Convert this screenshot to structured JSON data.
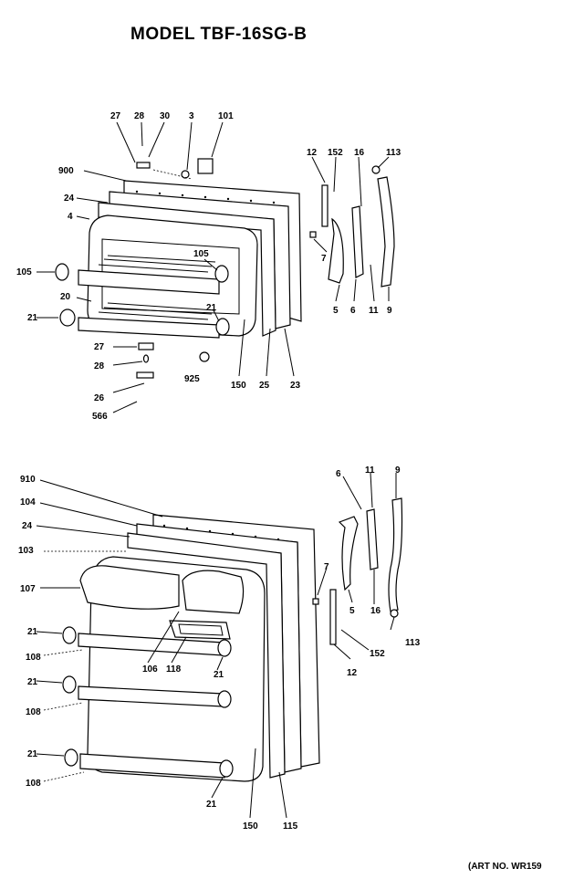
{
  "title": "MODEL TBF-16SG-B",
  "art_no": "(ART NO. WR159",
  "upper_door": {
    "callouts": [
      "27",
      "28",
      "30",
      "3",
      "101",
      "900",
      "24",
      "4",
      "105",
      "105",
      "20",
      "21",
      "21",
      "27",
      "28",
      "26",
      "566",
      "925",
      "150",
      "25",
      "23",
      "12",
      "152",
      "16",
      "113",
      "7",
      "5",
      "6",
      "11",
      "9"
    ]
  },
  "lower_door": {
    "callouts": [
      "910",
      "104",
      "24",
      "103",
      "107",
      "21",
      "108",
      "21",
      "108",
      "21",
      "108",
      "106",
      "118",
      "21",
      "21",
      "150",
      "115",
      "7",
      "6",
      "11",
      "9",
      "5",
      "16",
      "113",
      "152",
      "12"
    ]
  }
}
